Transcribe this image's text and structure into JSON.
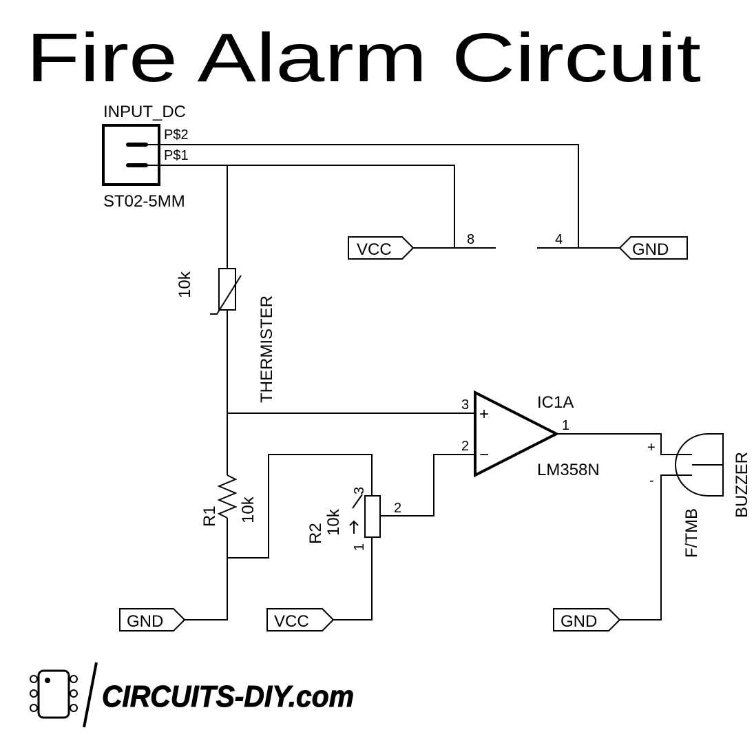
{
  "title": "Fire Alarm Circuit",
  "connector": {
    "name": "INPUT_DC",
    "part": "ST02-5MM",
    "pin2": "P$2",
    "pin1": "P$1"
  },
  "power_labels": {
    "vcc": "VCC",
    "gnd": "GND"
  },
  "ic_power_pins": {
    "vcc_pin": "8",
    "gnd_pin": "4"
  },
  "thermister": {
    "value": "10k",
    "name": "THERMISTER"
  },
  "opamp": {
    "name": "IC1A",
    "part": "LM358N",
    "pin_out": "1",
    "pin_plus": "3",
    "pin_minus": "2",
    "plus_sign": "+",
    "minus_sign": "−"
  },
  "r1": {
    "name": "R1",
    "value": "10k"
  },
  "r2": {
    "name": "R2",
    "value": "10k",
    "pin1": "1",
    "pin2": "2",
    "pin3": "3"
  },
  "buzzer": {
    "name": "BUZZER",
    "part": "F/TMB",
    "plus": "+",
    "minus": "-"
  },
  "logo": {
    "text": "CIRCUITS-DIY.com"
  }
}
